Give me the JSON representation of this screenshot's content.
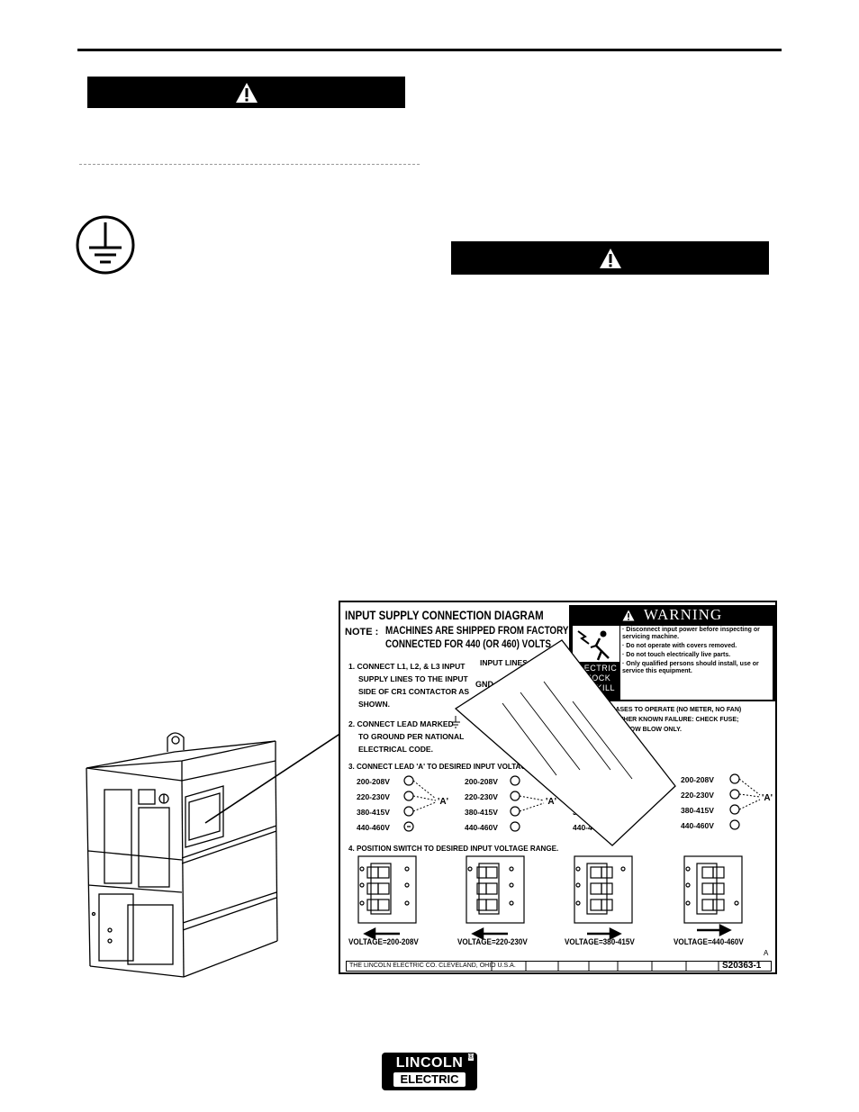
{
  "diagram": {
    "title": "INPUT SUPPLY CONNECTION DIAGRAM",
    "note_prefix": "NOTE :",
    "note_line1": "MACHINES ARE SHIPPED FROM FACTORY",
    "note_line2": "CONNECTED FOR 440 (OR 460) VOLTS",
    "step1": [
      "1. CONNECT L1, L2, & L3 INPUT",
      "SUPPLY LINES TO THE INPUT",
      "SIDE OF CR1 CONTACTOR AS",
      "SHOWN."
    ],
    "step2": [
      "2. CONNECT LEAD MARKED",
      "TO GROUND PER NATIONAL",
      "ELECTRICAL CODE."
    ],
    "step3": "3. CONNECT LEAD 'A' TO DESIRED INPUT VOLTAGE RANGE.",
    "step4": "4. POSITION SWITCH TO DESIRED INPUT VOLTAGE RANGE.",
    "input_lines_label": "INPUT LINES",
    "gnd_label": "GND",
    "voltage_ranges": [
      "200-208V",
      "220-230V",
      "380-415V",
      "440-460V"
    ],
    "partial_ranges": [
      "22",
      "380-4",
      "440-460"
    ],
    "lead_label": "'A'",
    "voltage_captions": [
      "VOLTAGE=200-208V",
      "VOLTAGE=220-230V",
      "VOLTAGE=380-415V",
      "VOLTAGE=440-460V"
    ],
    "fuse_note": [
      "CHINE CEASES TO OPERATE (NO METER, NO FAN)",
      "RE IS NO OTHER KNOWN FAILURE: CHECK FUSE;",
      "TH A 5 AMP SLOW BLOW ONLY."
    ],
    "footer_company": "THE LINCOLN ELECTRIC CO.  CLEVELAND, OHIO U.S.A.",
    "revision": "A",
    "part_number": "S20363-1"
  },
  "warning_box": {
    "title": "WARNING",
    "shock_text": [
      "ELECTRIC",
      "SHOCK",
      "CAN KILL"
    ],
    "items": [
      "· Disconnect input power before inspecting or servicing machine.",
      "· Do not operate with covers removed.",
      "· Do not touch electrically live parts.",
      "· Only qualified persons should install, use or service this equipment."
    ]
  },
  "logo": {
    "line1": "LINCOLN",
    "line2": "ELECTRIC",
    "reg": "®"
  },
  "colors": {
    "ink": "#000000",
    "paper": "#ffffff",
    "faint": "#999999"
  }
}
